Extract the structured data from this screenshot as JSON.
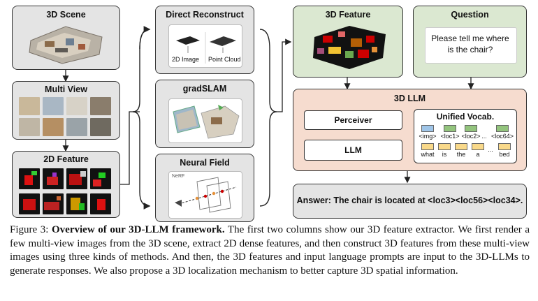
{
  "col1": {
    "scene_title": "3D Scene",
    "multiview_title": "Multi View",
    "feature2d_title": "2D Feature"
  },
  "col2": {
    "direct_title": "Direct Reconstruct",
    "direct_label_left": "2D Image",
    "direct_label_right": "Point Cloud",
    "gradslam_title": "gradSLAM",
    "neural_title": "Neural Field",
    "nerf_label": "NeRF"
  },
  "col3": {
    "feature3d_title": "3D Feature",
    "question_title": "Question",
    "question_text": "Please tell me where is the chair?",
    "llm3d_title": "3D LLM",
    "perceiver_label": "Perceiver",
    "llm_label": "LLM",
    "vocab_title": "Unified Vocab.",
    "vocab_row1": [
      "<img>",
      "<loc1>",
      "<loc2>",
      "...",
      "<loc64>"
    ],
    "vocab_row2": [
      "what",
      "is",
      "the",
      "a",
      "...",
      "bed"
    ],
    "answer_text": "Answer: The chair is located at <loc3><loc56><loc34>."
  },
  "caption": {
    "label": "Figure 3:",
    "bold": "Overview of our 3D-LLM framework.",
    "text": "The first two columns show our 3D feature extractor. We first render a few multi-view images from the 3D scene, extract 2D dense features, and then construct 3D features from these multi-view images using three kinds of methods. And then, the 3D features and input language prompts are input to the 3D-LLMs to generate responses. We also propose a 3D localization mechanism to better capture 3D spatial information."
  },
  "colors": {
    "gray_box": "#e4e4e4",
    "green_box": "#dbe8d1",
    "peach_box": "#f6dccf",
    "token_img": "#9fc5e8",
    "token_loc": "#93c47d",
    "token_word": "#f9d98a"
  }
}
